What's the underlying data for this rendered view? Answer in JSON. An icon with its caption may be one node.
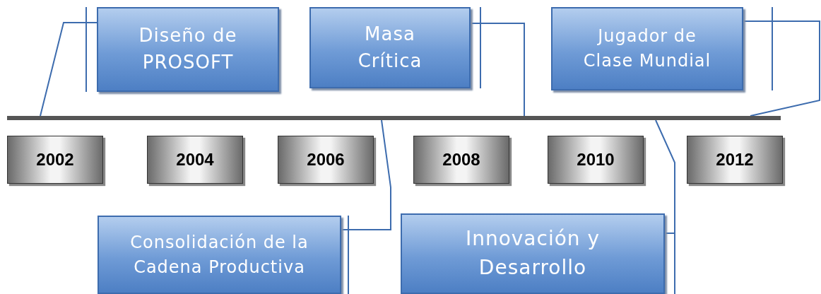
{
  "diagram": {
    "nodes": [
      {
        "text": [
          "Diseño de PROSOFT"
        ]
      },
      {
        "text": [
          "Masa Crítica"
        ]
      },
      {
        "text": [
          "Jugador de Clase Mundial"
        ]
      },
      {
        "text": [],
        "shape": "bar"
      },
      {
        "text": [
          "2002"
        ]
      },
      {
        "text": [
          "2004"
        ]
      },
      {
        "text": [
          "2006"
        ]
      },
      {
        "text": [
          "2008"
        ]
      },
      {
        "text": [
          "2010"
        ]
      },
      {
        "text": [
          "2012"
        ]
      },
      {
        "text": [
          "Consolidación de la Cadena Productiva"
        ]
      },
      {
        "text": [
          "Innovación y Desarrollo"
        ]
      }
    ],
    "edges": [
      {
        "from": 0,
        "to": 3,
        "arrow": "none"
      },
      {
        "from": 1,
        "to": 3,
        "arrow": "none"
      },
      {
        "from": 2,
        "to": 3,
        "arrow": "none"
      },
      {
        "from": 10,
        "to": 3,
        "arrow": "none"
      },
      {
        "from": 11,
        "to": 3,
        "arrow": "none"
      }
    ]
  }
}
